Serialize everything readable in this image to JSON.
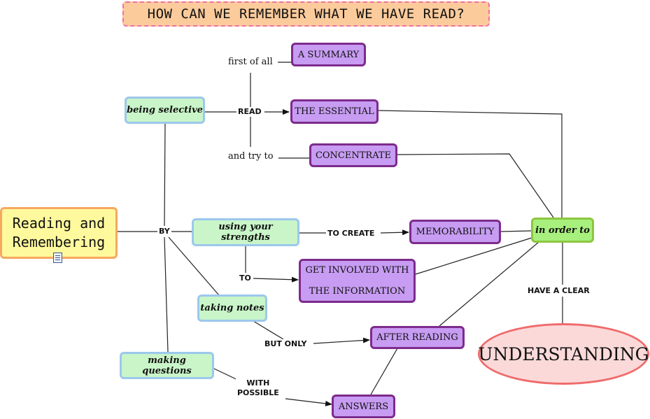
{
  "title": "HOW CAN WE REMEMBER WHAT WE HAVE READ?",
  "root": {
    "line1": "Reading and",
    "line2": "Remembering",
    "icon": "document-icon"
  },
  "concepts": {
    "being_selective": "being selective",
    "using_strengths": "using your strengths",
    "taking_notes": "taking notes",
    "making_questions": "making questions",
    "summary": "A SUMMARY",
    "essential": "THE ESSENTIAL",
    "concentrate": "CONCENTRATE",
    "memorability": "MEMORABILITY",
    "get_involved_line1": "GET INVOLVED WITH",
    "get_involved_line2": "THE INFORMATION",
    "after_reading": "AFTER READING",
    "answers": "ANSWERS",
    "in_order_to": "in order to",
    "understanding": "UNDERSTANDING"
  },
  "link_labels": {
    "first_of_all": "first of all",
    "read": "READ",
    "and_try_to": "and try to",
    "by": "BY",
    "to_create": "TO CREATE",
    "to": "TO",
    "but_only": "BUT ONLY",
    "with_line1": "WITH",
    "with_line2": "POSSIBLE",
    "have_a_clear": "HAVE A CLEAR"
  },
  "colors": {
    "title_fill": "#fccb9b",
    "title_border": "#f06fa6",
    "root_fill": "#fff99d",
    "root_border": "#f7a860",
    "green_fill": "#c9f5c9",
    "green_border": "#9cc8ec",
    "purple_fill": "#c79cf2",
    "purple_border": "#7d2b8c",
    "lime_fill": "#a8f07e",
    "lime_border": "#8dc63f",
    "oval_fill": "#fbd9d9",
    "oval_border": "#ef6b6b"
  }
}
